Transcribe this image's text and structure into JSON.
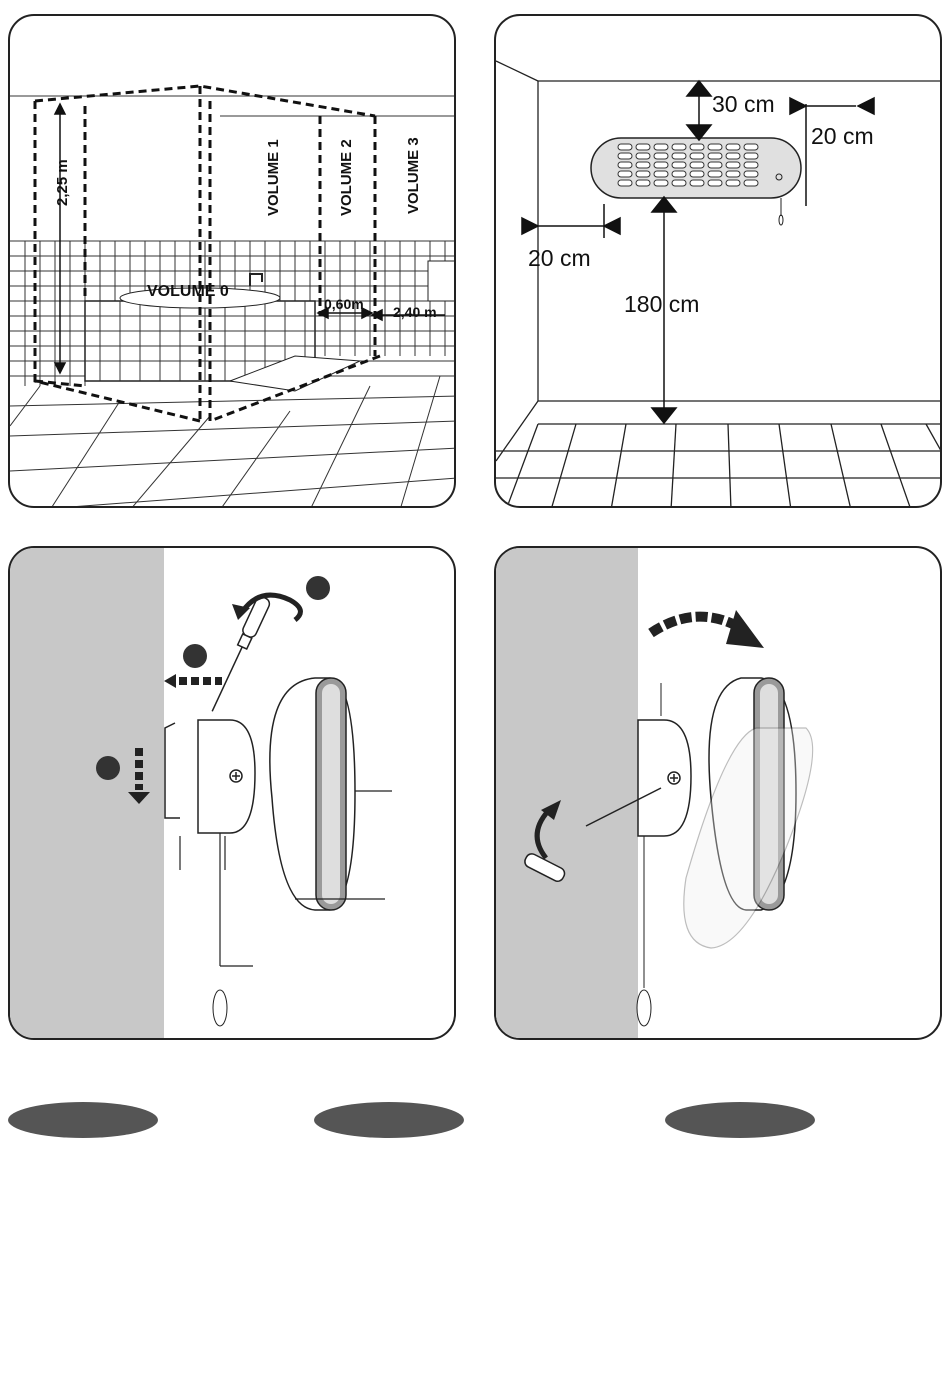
{
  "panel_bathroom": {
    "height_label": "2,25 m",
    "volume0": "VOLUME 0",
    "volume1": "VOLUME 1",
    "volume2": "VOLUME 2",
    "volume3": "VOLUME 3",
    "dist1": "0,60m",
    "dist2": "2,40 m"
  },
  "panel_clearance": {
    "top_clearance": "30 cm",
    "side_clearance_right": "20 cm",
    "side_clearance_left": "20 cm",
    "floor_height": "180 cm"
  },
  "colors": {
    "wall": "#c8c8c8",
    "line": "#111111",
    "oval": "#555555"
  },
  "icons": [
    "screwdriver-icon",
    "rotate-arrow-icon",
    "dashed-arrow-icon",
    "curved-arrow-icon"
  ]
}
